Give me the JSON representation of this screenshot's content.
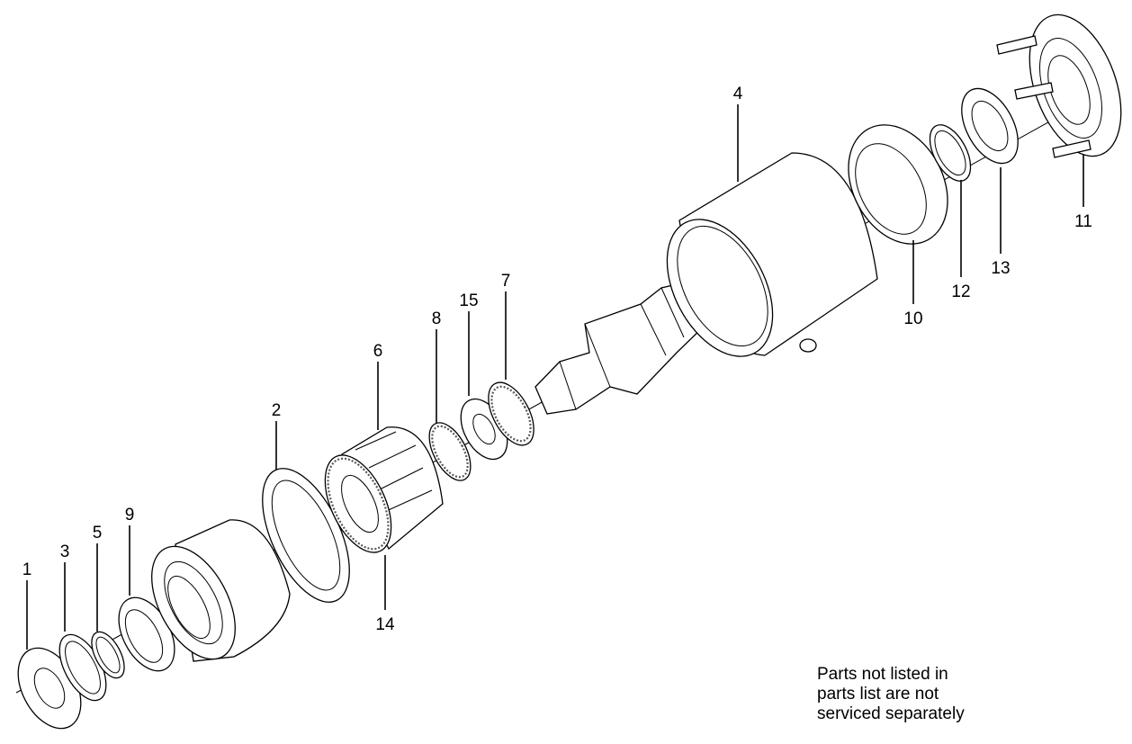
{
  "callouts": {
    "p1": "1",
    "p2": "2",
    "p3": "3",
    "p4": "4",
    "p5": "5",
    "p6": "6",
    "p7": "7",
    "p8": "8",
    "p9": "9",
    "p10": "10",
    "p11": "11",
    "p12": "12",
    "p13": "13",
    "p14": "14",
    "p15": "15"
  },
  "note": {
    "line1": "Parts not listed in",
    "line2": "parts list are not",
    "line3": "serviced separately"
  }
}
